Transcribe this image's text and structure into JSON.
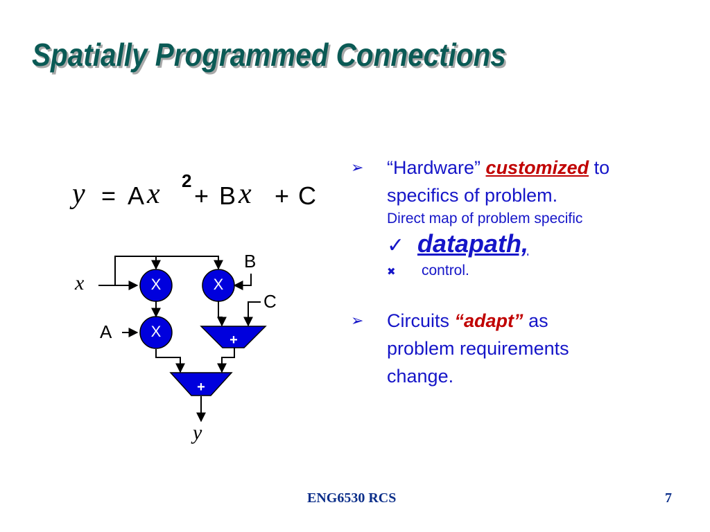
{
  "title": "Spatially Programmed Connections",
  "equation": {
    "y": "y",
    "eq": "=",
    "a": "A",
    "x1": "x",
    "exp": "2",
    "plus1": "+",
    "b": "B",
    "x2": "x",
    "plus2": "+",
    "c": "C"
  },
  "diagram": {
    "input_x": "x",
    "input_a": "A",
    "input_b": "B",
    "input_c": "C",
    "output_y": "y",
    "multiplier_label": "X",
    "adder_label": "+",
    "node_color": "#0000dd"
  },
  "bullets": {
    "b1_pre": "“Hardware”",
    "b1_emph": "customized",
    "b1_post": "to",
    "b1_line2": "specifics of problem.",
    "b1_sub": "Direct map of problem specific",
    "check_item": "datapath,",
    "cross_item": "control.",
    "b2_pre": "Circuits",
    "b2_emph": "“adapt”",
    "b2_post": "as",
    "b2_line2": "problem requirements",
    "b2_line3": "change."
  },
  "footer": {
    "course": "ENG6530 RCS",
    "page": "7"
  }
}
